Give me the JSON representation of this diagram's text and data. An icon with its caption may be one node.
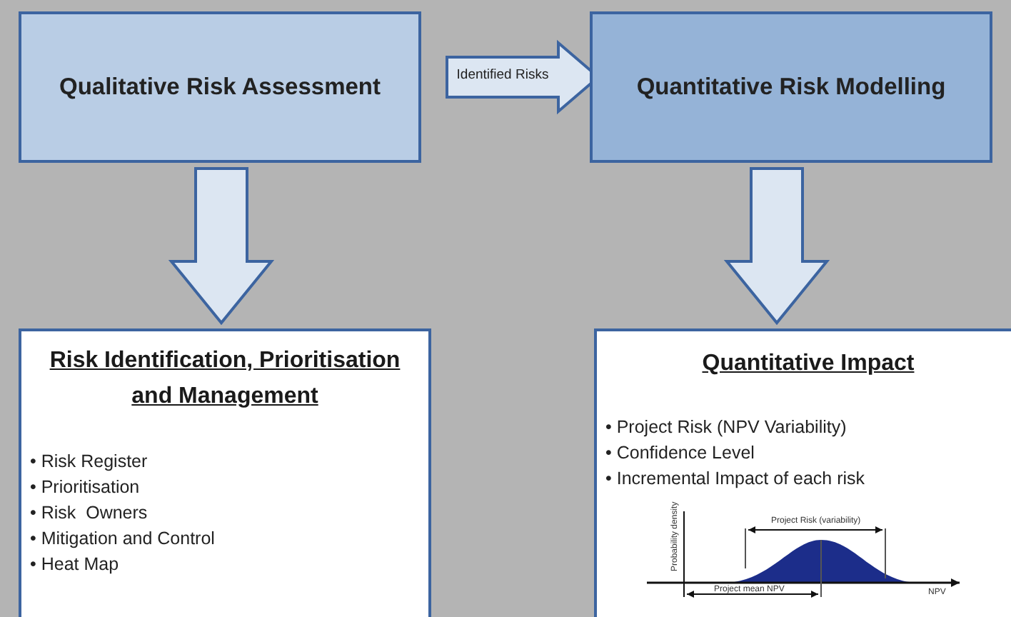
{
  "diagram": {
    "nodes": [
      {
        "text": [
          "Qualitative Risk Assessment"
        ]
      },
      {
        "text": [
          "Quantitative Risk Modelling"
        ]
      },
      {
        "text": [
          "Risk Identification, Prioritisation and Management",
          "• Risk Register",
          "• Prioritisation",
          "• Risk  Owners",
          "• Mitigation and Control",
          "• Heat Map"
        ]
      },
      {
        "text": [
          "Quantitative Impact",
          "• Project Risk (NPV Variability)",
          "• Confidence Level",
          "• Incremental Impact of each risk"
        ]
      }
    ],
    "edges": [
      {
        "from": 0,
        "to": 1,
        "arrow": "to",
        "label": "Identified Risks"
      },
      {
        "from": 0,
        "to": 2,
        "arrow": "to"
      },
      {
        "from": 1,
        "to": 3,
        "arrow": "to"
      }
    ],
    "labels": [
      "Probability density",
      "Project Risk (variability)",
      "Project mean NPV",
      "NPV"
    ]
  }
}
